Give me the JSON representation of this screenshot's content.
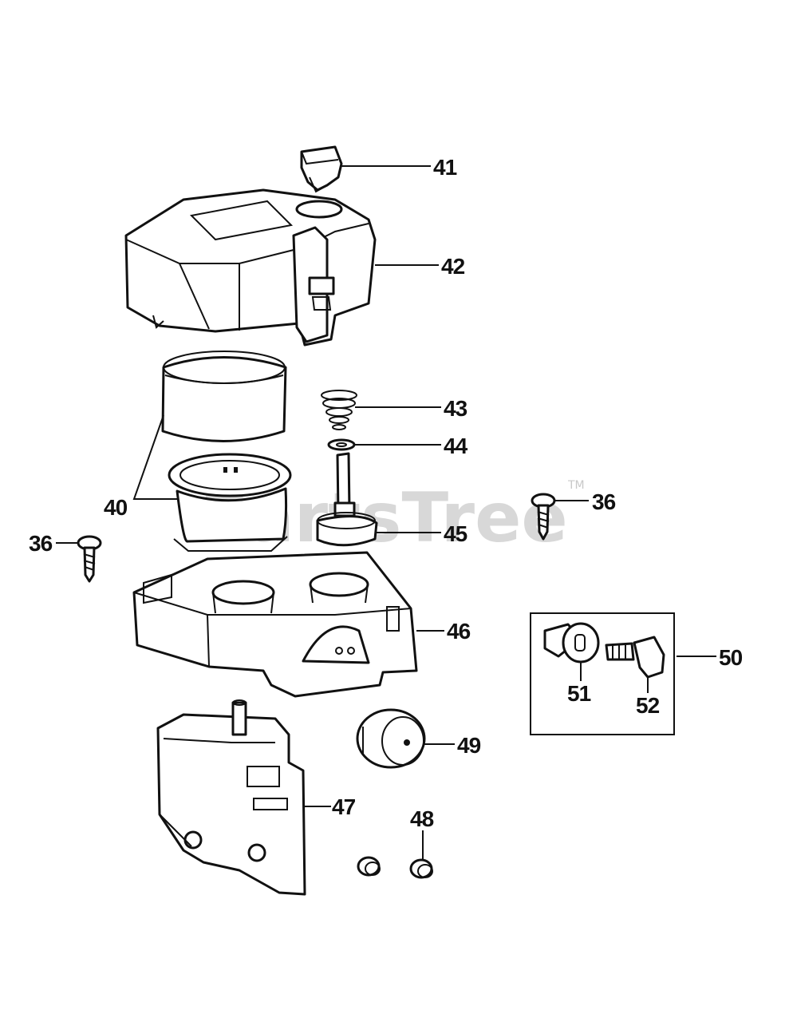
{
  "watermark": {
    "text": "PartsTree",
    "tm": "TM"
  },
  "callouts": {
    "c36a": "36",
    "c36b": "36",
    "c40": "40",
    "c41": "41",
    "c42": "42",
    "c43": "43",
    "c44": "44",
    "c45": "45",
    "c46": "46",
    "c47": "47",
    "c48": "48",
    "c49": "49",
    "c50": "50",
    "c51": "51",
    "c52": "52"
  }
}
